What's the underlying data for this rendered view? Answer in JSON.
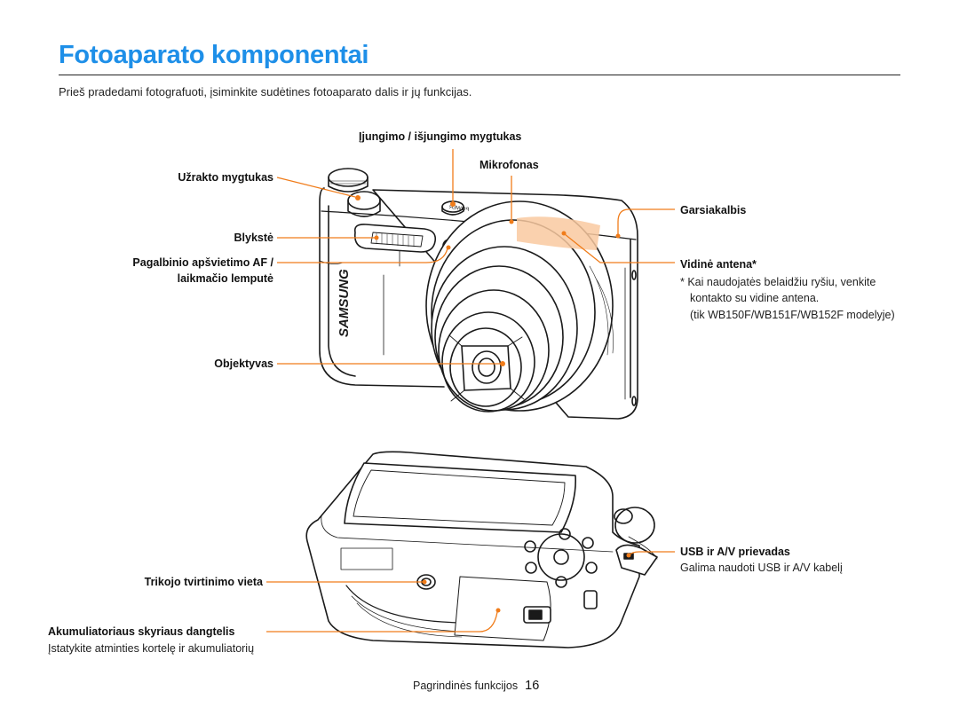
{
  "heading": {
    "title": "Fotoaparato komponentai",
    "intro": "Prieš pradedami fotografuoti, įsiminkite sudėtines fotoaparato dalis ir jų funkcijas."
  },
  "camera_front": {
    "brand": "SAMSUNG",
    "power_label": "POWER",
    "labels": {
      "power_button": "Įjungimo / išjungimo mygtukas",
      "microphone": "Mikrofonas",
      "shutter": "Užrakto mygtukas",
      "speaker": "Garsiakalbis",
      "flash": "Blykstė",
      "af_lamp_1": "Pagalbinio apšvietimo AF /",
      "af_lamp_2": "laikmačio lemputė",
      "antenna": "Vidinė antena*",
      "antenna_note_1": "* Kai naudojatės belaidžiu ryšiu, venkite",
      "antenna_note_2": "kontakto su vidine antena.",
      "antenna_note_3": "(tik WB150F/WB151F/WB152F modelyje)",
      "lens": "Objektyvas"
    }
  },
  "camera_bottom": {
    "labels": {
      "usb": "USB ir A/V prievadas",
      "usb_desc": "Galima naudoti USB ir A/V kabelį",
      "tripod": "Trikojo tvirtinimo vieta",
      "battery": "Akumuliatoriaus skyriaus dangtelis",
      "battery_desc": "Įstatykite atminties kortelę ir akumuliatorių"
    }
  },
  "footer": {
    "section": "Pagrindinės funkcijos",
    "page": "16"
  },
  "colors": {
    "accent_title": "#1e8fe8",
    "callout": "#f07c1a",
    "antenna_zone": "#f9c9a0"
  }
}
